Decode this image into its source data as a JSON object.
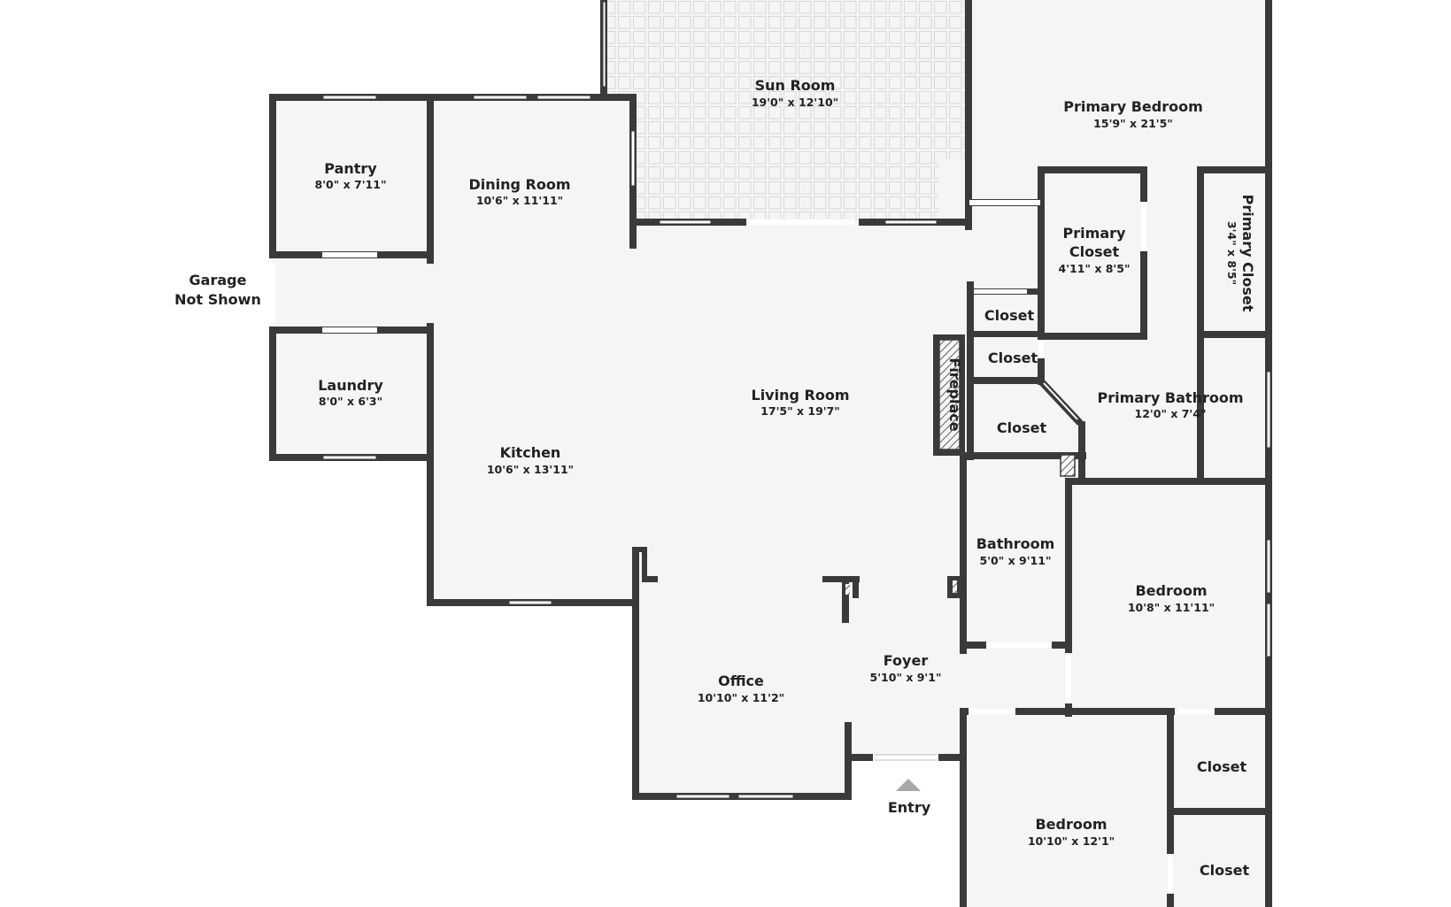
{
  "colors": {
    "wall": "#3a3a3a",
    "floor": "#f5f5f5",
    "sunroom_grid": "#dcdcdc",
    "window": "#ffffff",
    "entry_arrow": "#a8a8a8"
  },
  "rooms": {
    "sun_room": {
      "name": "Sun Room",
      "dims": "19'0\" x 12'10\""
    },
    "primary_bedroom": {
      "name": "Primary Bedroom",
      "dims": "15'9\" x 21'5\""
    },
    "pantry": {
      "name": "Pantry",
      "dims": "8'0\" x 7'11\""
    },
    "dining_room": {
      "name": "Dining Room",
      "dims": "10'6\" x 11'11\""
    },
    "primary_closet_1": {
      "name_line1": "Primary",
      "name_line2": "Closet",
      "dims": "4'11\" x 8'5\""
    },
    "primary_closet_2": {
      "name": "Primary Closet",
      "dims": "3'4\" x 8'5\""
    },
    "laundry": {
      "name": "Laundry",
      "dims": "8'0\" x 6'3\""
    },
    "living_room": {
      "name": "Living Room",
      "dims": "17'5\" x 19'7\""
    },
    "primary_bathroom": {
      "name": "Primary Bathroom",
      "dims": "12'0\" x 7'4\""
    },
    "kitchen": {
      "name": "Kitchen",
      "dims": "10'6\" x 13'11\""
    },
    "bathroom": {
      "name": "Bathroom",
      "dims": "5'0\" x 9'11\""
    },
    "bedroom_1": {
      "name": "Bedroom",
      "dims": "10'8\" x 11'11\""
    },
    "office": {
      "name": "Office",
      "dims": "10'10\" x 11'2\""
    },
    "foyer": {
      "name": "Foyer",
      "dims": "5'10\" x 9'1\""
    },
    "bedroom_2": {
      "name": "Bedroom",
      "dims": "10'10\" x 12'1\""
    }
  },
  "closets": {
    "closet_1": "Closet",
    "closet_2": "Closet",
    "closet_3": "Closet",
    "closet_4": "Closet",
    "closet_5": "Closet"
  },
  "labels": {
    "garage_line1": "Garage",
    "garage_line2": "Not Shown",
    "fireplace": "Fireplace",
    "entry": "Entry"
  }
}
